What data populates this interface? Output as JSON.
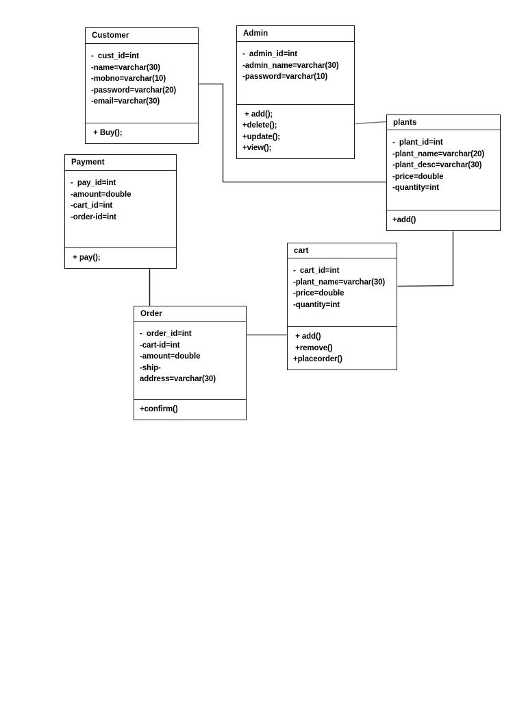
{
  "diagram": {
    "kind": "uml-class-diagram",
    "title_text": "",
    "stroke_color": "#1a1a1a",
    "background_color": "#ffffff"
  },
  "classes": {
    "customer": {
      "name": "Customer",
      "attributes": [
        "-  cust_id=int",
        "-name=varchar(30)",
        "-mobno=varchar(10)",
        "-password=varchar(20)",
        "-email=varchar(30)"
      ],
      "operations": [
        " + Buy();"
      ]
    },
    "admin": {
      "name": "Admin",
      "attributes": [
        "-  admin_id=int",
        "-admin_name=varchar(30)",
        "-password=varchar(10)"
      ],
      "operations": [
        " + add();",
        "+delete();",
        "+update();",
        "+view();"
      ]
    },
    "plants": {
      "name": "plants",
      "attributes": [
        "-  plant_id=int",
        "-plant_name=varchar(20)",
        "-plant_desc=varchar(30)",
        "-price=double",
        "-quantity=int"
      ],
      "operations": [
        "+add()"
      ]
    },
    "payment": {
      "name": "Payment",
      "attributes": [
        "-  pay_id=int",
        "-amount=double",
        "-cart_id=int",
        "-order-id=int"
      ],
      "operations": [
        " + pay();"
      ]
    },
    "cart": {
      "name": "cart",
      "attributes": [
        "-  cart_id=int",
        "-plant_name=varchar(30)",
        "-price=double",
        "-quantity=int"
      ],
      "operations": [
        " + add()",
        " +remove()",
        "+placeorder()"
      ]
    },
    "order": {
      "name": "Order",
      "attributes": [
        "-  order_id=int",
        "-cart-id=int",
        "-amount=double",
        "-ship-",
        "address=varchar(30)"
      ],
      "operations": [
        "+confirm()"
      ]
    }
  },
  "associations": [
    {
      "name": "customer-to-plants",
      "from": "Customer",
      "to": "plants"
    },
    {
      "name": "admin-to-plants",
      "from": "Admin",
      "to": "plants"
    },
    {
      "name": "payment-to-order",
      "from": "Payment",
      "to": "Order"
    },
    {
      "name": "order-to-cart",
      "from": "Order",
      "to": "cart"
    },
    {
      "name": "cart-to-plants",
      "from": "cart",
      "to": "plants"
    }
  ]
}
